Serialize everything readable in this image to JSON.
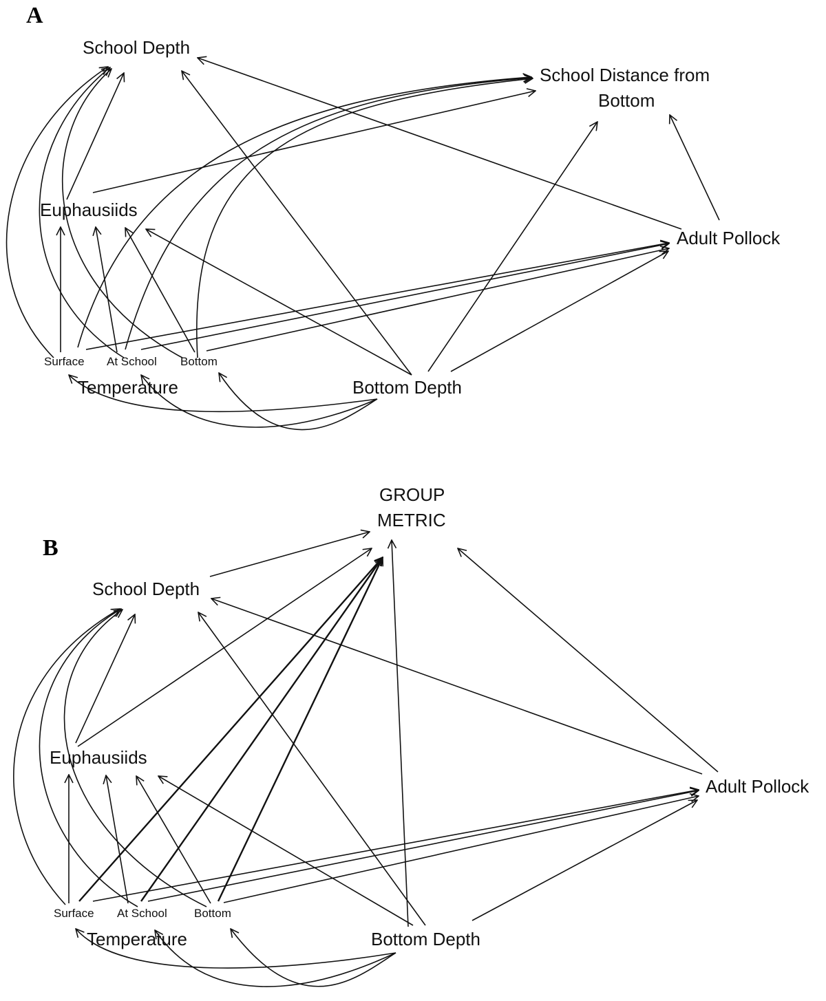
{
  "panels": [
    {
      "letter": "A",
      "nodes": {
        "school_depth": "School Depth",
        "school_distance_line1": "School Distance from",
        "school_distance_line2": "Bottom",
        "euphausiids": "Euphausiids",
        "adult_pollock": "Adult Pollock",
        "surface": "Surface",
        "at_school": "At School",
        "bottom": "Bottom",
        "temperature": "Temperature",
        "bottom_depth": "Bottom Depth"
      }
    },
    {
      "letter": "B",
      "nodes": {
        "group_metric_line1": "GROUP",
        "group_metric_line2": "METRIC",
        "school_depth": "School Depth",
        "euphausiids": "Euphausiids",
        "adult_pollock": "Adult Pollock",
        "surface": "Surface",
        "at_school": "At School",
        "bottom": "Bottom",
        "temperature": "Temperature",
        "bottom_depth": "Bottom Depth"
      }
    }
  ]
}
